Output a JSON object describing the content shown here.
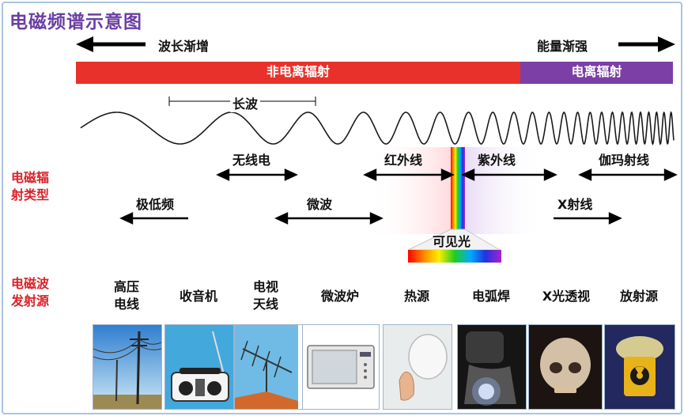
{
  "title": "电磁频谱示意图",
  "arrows": {
    "left_label": "波长渐增",
    "right_label": "能量渐强"
  },
  "bars": {
    "non_ionizing": "非电离辐射",
    "ionizing": "电离辐射",
    "non_ionizing_color": "#e8312a",
    "ionizing_color": "#7b3fa6"
  },
  "wave": {
    "long_wave_label": "长波"
  },
  "section_labels": {
    "radiation_types": [
      "电磁辐",
      "射类型"
    ],
    "radiation_sources": [
      "电磁波",
      "发射源"
    ]
  },
  "radiation_types": {
    "radio": "无线电",
    "infrared": "红外线",
    "ultraviolet": "紫外线",
    "gamma": "伽玛射线",
    "elf": "极低频",
    "microwave": "微波",
    "xray": "X射线",
    "visible": "可见光"
  },
  "sources": [
    {
      "line1": "高压",
      "line2": "电线"
    },
    {
      "line1": "收音机",
      "line2": ""
    },
    {
      "line1": "电视",
      "line2": "天线"
    },
    {
      "line1": "微波炉",
      "line2": ""
    },
    {
      "line1": "热源",
      "line2": ""
    },
    {
      "line1": "电弧焊",
      "line2": ""
    },
    {
      "line1": "X光透视",
      "line2": ""
    },
    {
      "line1": "放射源",
      "line2": ""
    }
  ],
  "source_icons": [
    "power-line-icon",
    "radio-icon",
    "tv-antenna-icon",
    "microwave-oven-icon",
    "heat-source-icon",
    "arc-welding-icon",
    "xray-skull-icon",
    "radiation-source-icon"
  ]
}
